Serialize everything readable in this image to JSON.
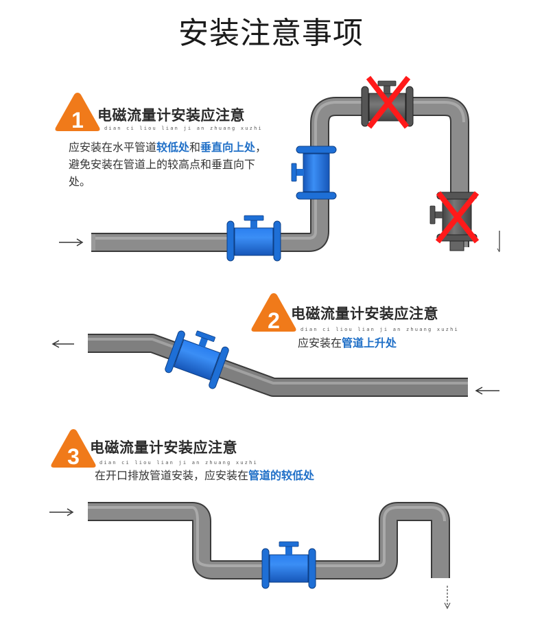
{
  "page": {
    "title": "安装注意事项"
  },
  "colors": {
    "accent_orange": "#f07a1a",
    "highlight_blue": "#1f6fc7",
    "meter_blue": "#1e6fd6",
    "pipe_gray": "#8a8a8a",
    "cross_red": "#ff1a1a"
  },
  "sections": [
    {
      "number": "1",
      "heading": "电磁流量计安装应注意",
      "pinyin": "dian ci liou lian ji an zhuang xuzhi",
      "description": [
        {
          "text": "应安装在水平管道",
          "highlight": false
        },
        {
          "text": "较低处",
          "highlight": true
        },
        {
          "text": "和",
          "highlight": false
        },
        {
          "text": "垂直向上处",
          "highlight": true
        },
        {
          "text": "，避免安装在管道上的较高点和垂直向下处。",
          "highlight": false
        }
      ],
      "arrows": {
        "inlet": "→",
        "outlet": "↓"
      },
      "marks": {
        "wrong": "✕"
      }
    },
    {
      "number": "2",
      "heading": "电磁流量计安装应注意",
      "pinyin": "dian ci liou lian ji an zhuang xuzhi",
      "description": [
        {
          "text": "应安装在",
          "highlight": false
        },
        {
          "text": "管道上升处",
          "highlight": true
        }
      ],
      "arrows": {
        "inlet": "←",
        "outlet": "←"
      }
    },
    {
      "number": "3",
      "heading": "电磁流量计安装应注意",
      "pinyin": "dian ci liou lian ji an zhuang xuzhi",
      "description": [
        {
          "text": "在开口排放管道安装，应安装在",
          "highlight": false
        },
        {
          "text": "管道的较低处",
          "highlight": true
        }
      ],
      "arrows": {
        "inlet": "→",
        "outlet": "↓"
      }
    }
  ]
}
